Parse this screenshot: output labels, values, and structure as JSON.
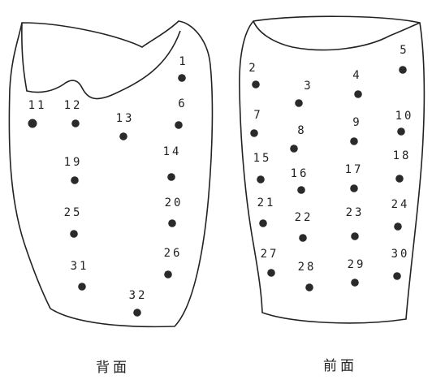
{
  "panels": [
    {
      "id": "back",
      "caption": "背面",
      "points": [
        "1",
        "6",
        "11",
        "12",
        "13",
        "14",
        "19",
        "20",
        "25",
        "26",
        "31",
        "32"
      ]
    },
    {
      "id": "front",
      "caption": "前面",
      "points": [
        "2",
        "3",
        "4",
        "5",
        "7",
        "8",
        "9",
        "10",
        "15",
        "16",
        "17",
        "18",
        "21",
        "22",
        "23",
        "24",
        "27",
        "28",
        "29",
        "30"
      ]
    }
  ],
  "colors": {
    "ink": "#222222",
    "dot": "#2a2a2a",
    "background": "#ffffff"
  }
}
